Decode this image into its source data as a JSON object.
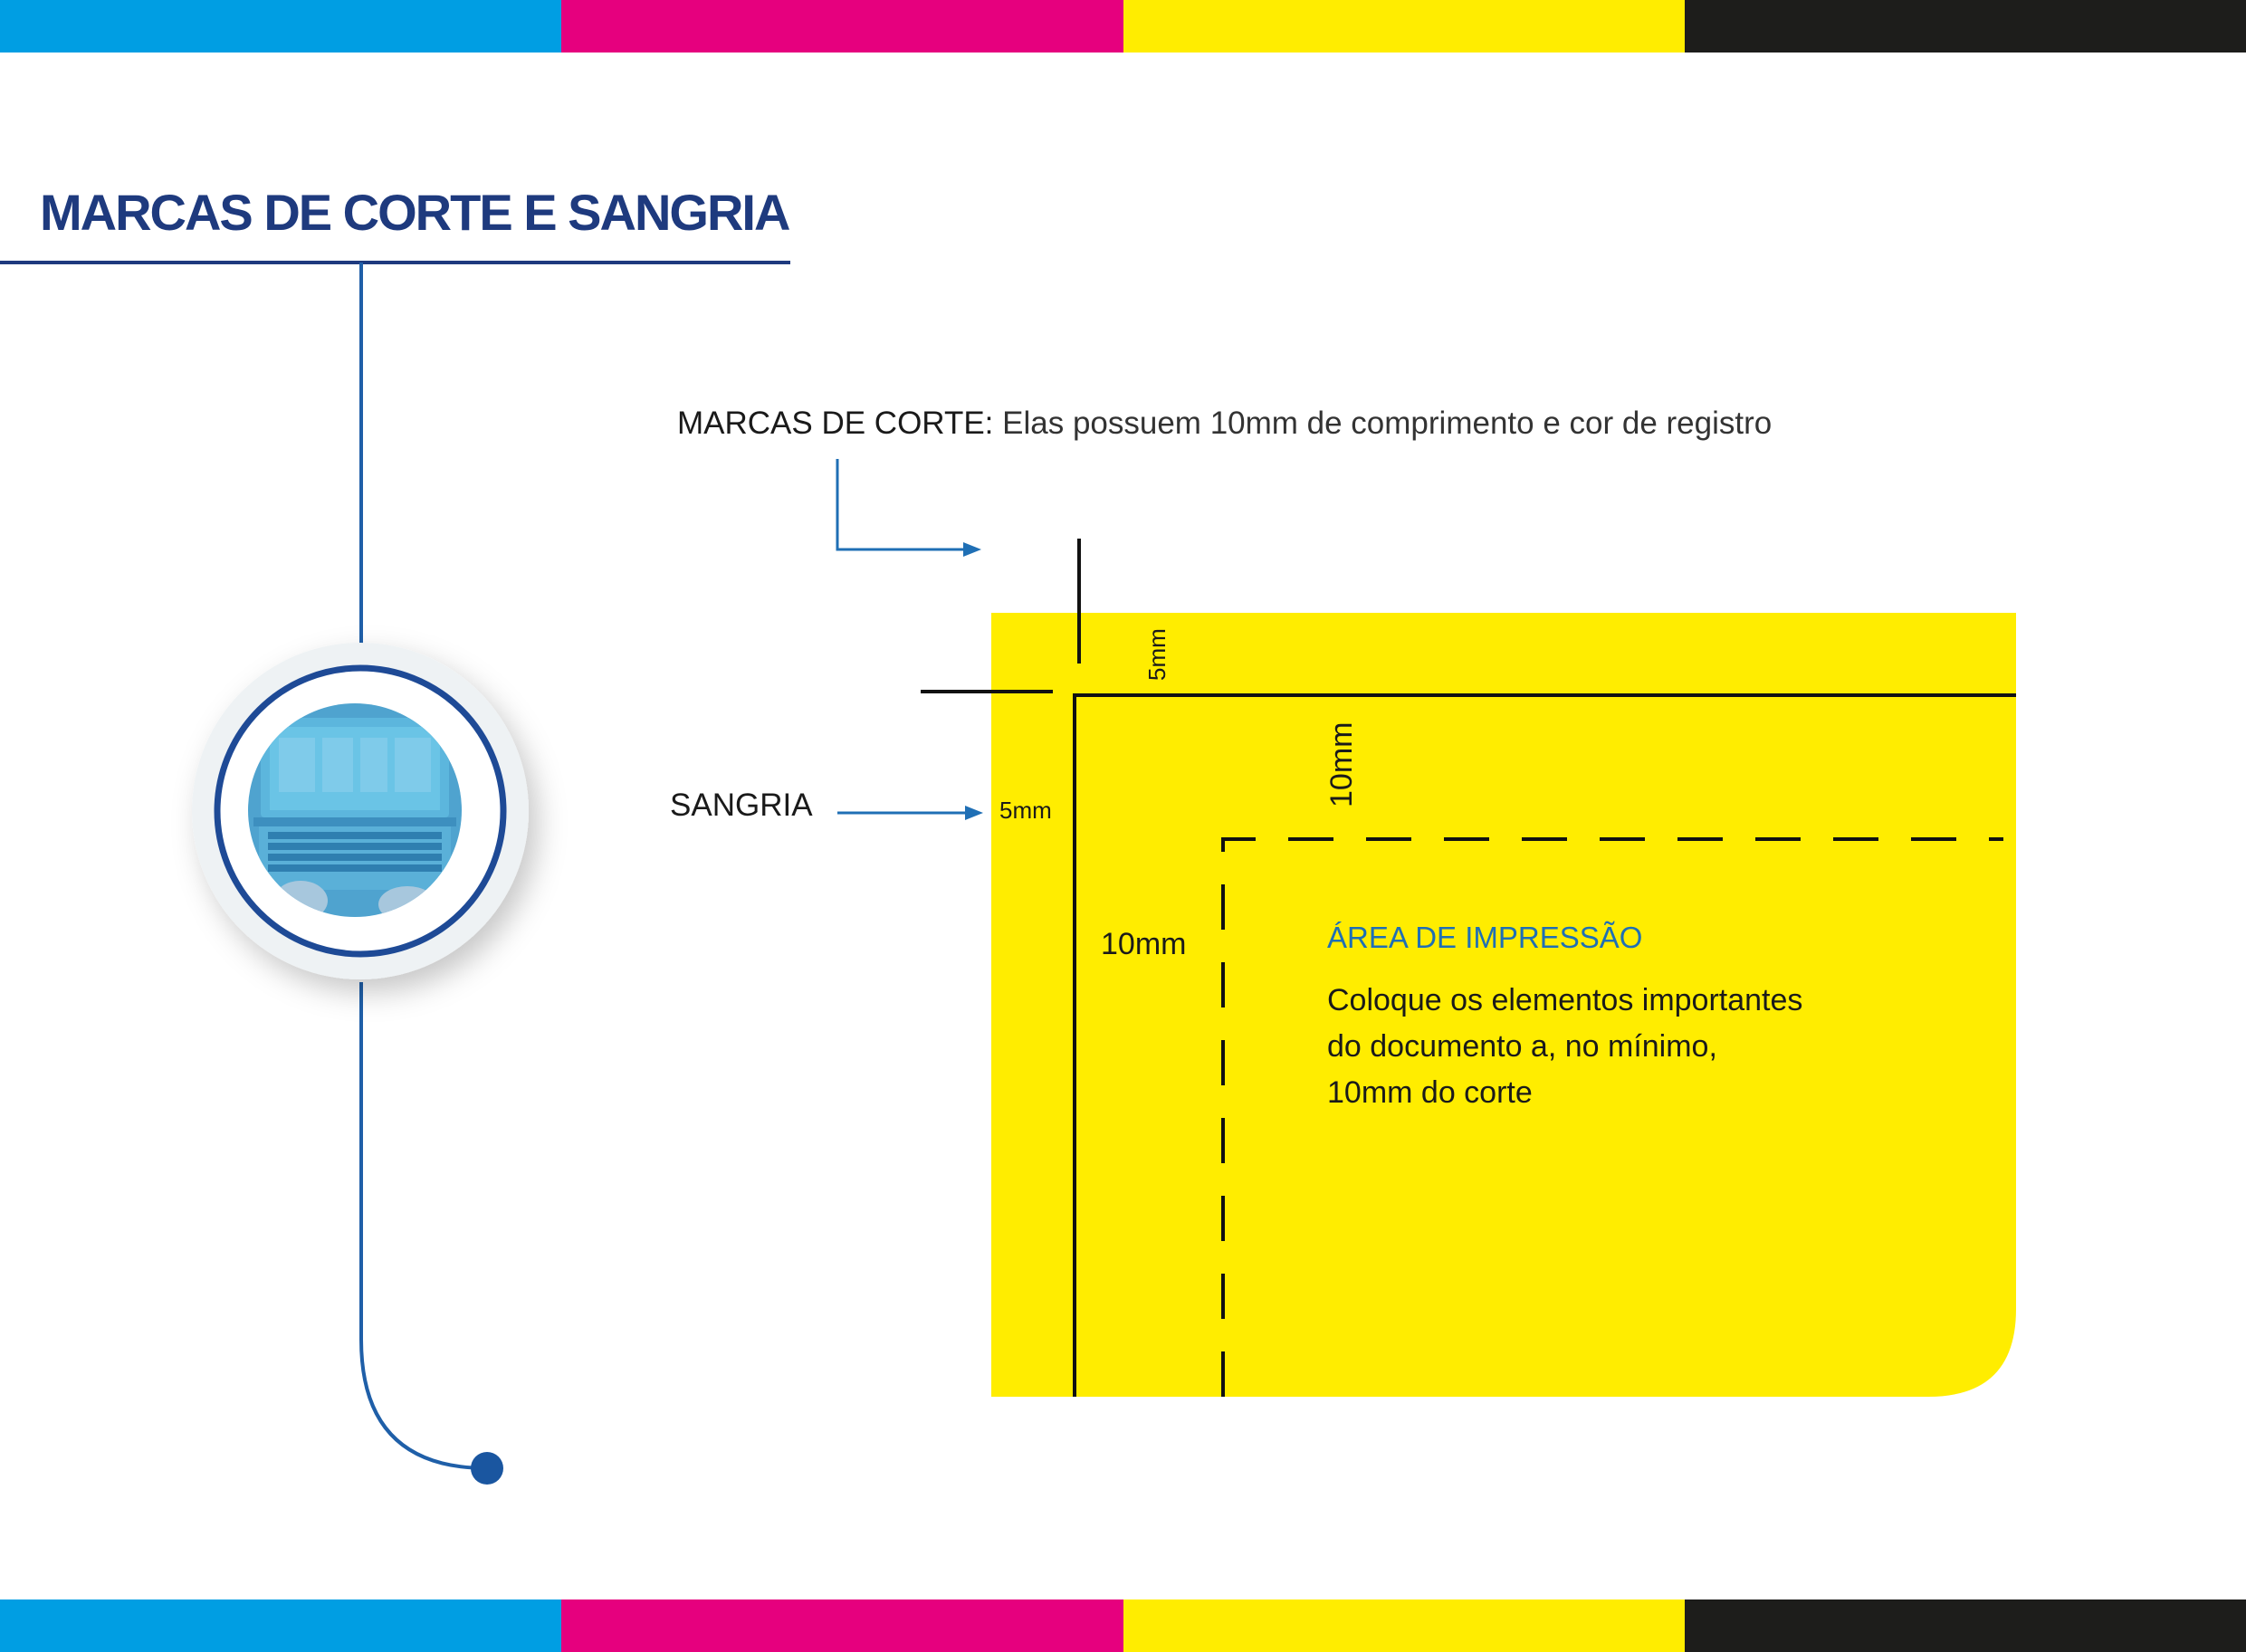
{
  "title": "MARCAS DE CORTE E SANGRIA",
  "crop_marks": {
    "label": "MARCAS DE CORTE:",
    "description": "Elas possuem 10mm de comprimento e cor de registro"
  },
  "bleed": {
    "label": "SANGRIA",
    "left_measure": "5mm",
    "top_measure": "5mm"
  },
  "safe_margin": {
    "top_measure": "10mm",
    "left_measure": "10mm"
  },
  "print_area": {
    "title": "ÁREA DE IMPRESSÃO",
    "note_lines": [
      "Coloque os elementos importantes",
      "do documento a, no mínimo,",
      "10mm do corte"
    ]
  },
  "colors": {
    "cyan": "#009ee3",
    "magenta": "#e6007e",
    "yellow": "#ffed00",
    "black": "#1d1d1b",
    "accent_blue": "#1e3a7e",
    "line_blue": "#1f5fa8",
    "print_yellow": "#ffed00"
  },
  "icons": [
    "laptop-icon",
    "arrow-right-icon",
    "timeline-dot-icon"
  ]
}
